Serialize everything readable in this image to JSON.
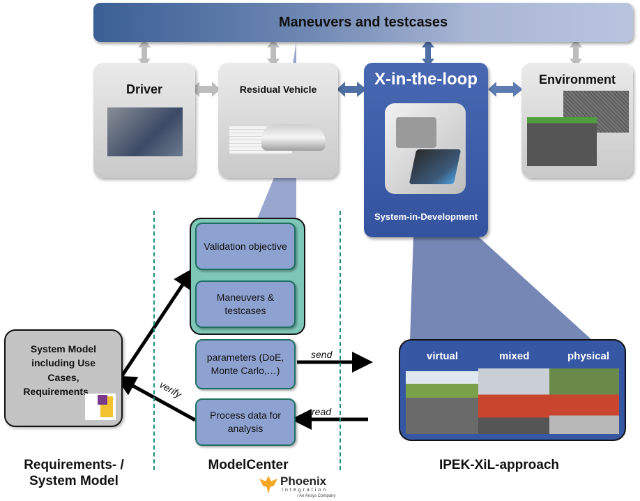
{
  "top_banner": {
    "label": "Maneuvers and testcases"
  },
  "components": {
    "driver": {
      "label": "Driver"
    },
    "residual_vehicle": {
      "label": "Residual Vehicle"
    },
    "xil": {
      "label": "X-in-the-loop",
      "sublabel": "System-in-Development"
    },
    "environment": {
      "label": "Environment"
    }
  },
  "modelcenter": {
    "steps": [
      {
        "label": "Validation objective"
      },
      {
        "label": "Maneuvers & testcases"
      },
      {
        "label": "parameters (DoE, Monte Carlo,…)"
      },
      {
        "label": "Process data for analysis"
      }
    ]
  },
  "system_model": {
    "text": "System Model including Use Cases, Requirements, …",
    "logo": "sysml-logo"
  },
  "xil_variants": {
    "items": [
      {
        "label": "virtual"
      },
      {
        "label": "mixed"
      },
      {
        "label": "physical"
      }
    ]
  },
  "arrows": {
    "send": "send",
    "read": "read",
    "verify": "verify"
  },
  "sections": {
    "left": "Requirements- / System Model",
    "middle": "ModelCenter",
    "right": "IPEK-XiL-approach"
  },
  "logo": {
    "name": "Phoenix",
    "sub": "Integration",
    "tag": "/ An Ansys Company"
  },
  "colors": {
    "banner_start": "#3b5f95",
    "banner_end": "#b9c4df",
    "xil_blue": "#3e5eab",
    "step_fill": "#8ea2d2",
    "group_fill": "#7ec6b6",
    "divider": "#1a9080"
  }
}
